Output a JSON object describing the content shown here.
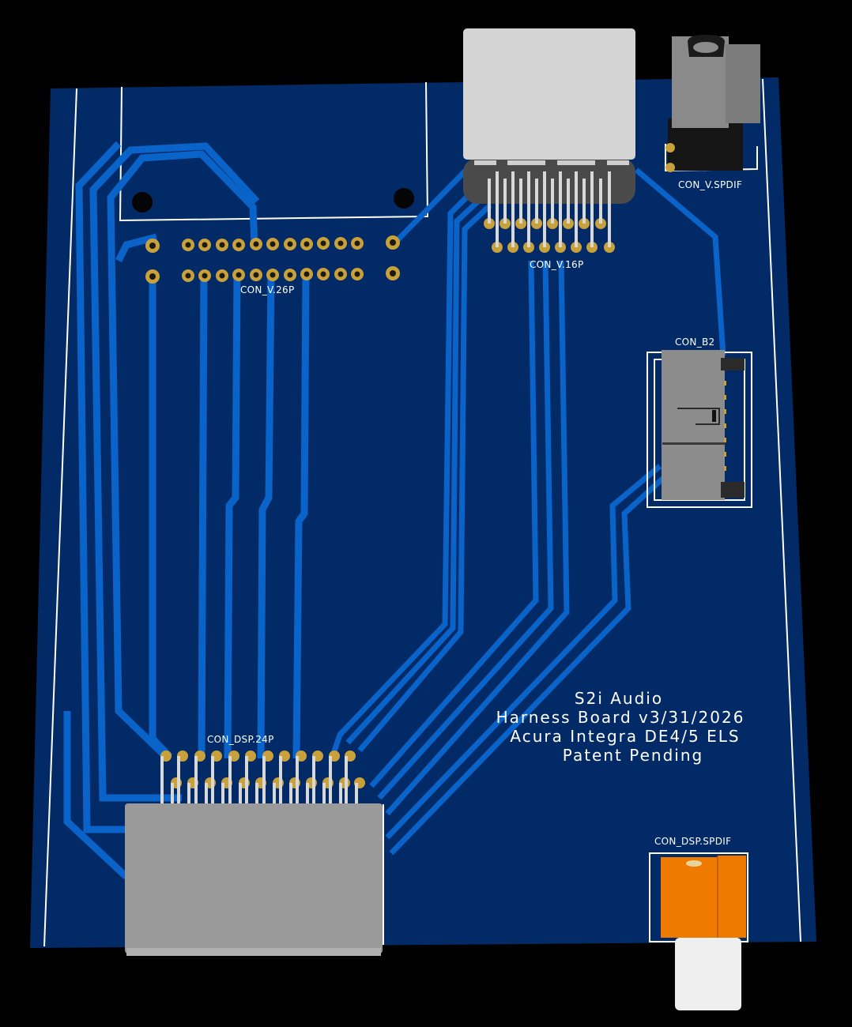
{
  "board": {
    "background_color": "#000000",
    "board_color": "#022a66",
    "trace_color": "#0a63c8",
    "pad_color": "#c9a13a",
    "silkscreen_color": "#ffffff"
  },
  "silkscreen": {
    "line1": "S2i Audio",
    "line2": "Harness Board v3/31/2026",
    "line3": "Acura Integra DE4/5 ELS",
    "line4": "Patent Pending"
  },
  "components": {
    "con_v_26p": {
      "ref": "CON_V.26P",
      "pins": 26
    },
    "con_v_16p": {
      "ref": "CON_V.16P",
      "pins": 16,
      "body_color": "#d4d4d4"
    },
    "con_v_spdif": {
      "ref": "CON_V.SPDIF",
      "body_color": "#8a8a8a"
    },
    "con_b2": {
      "ref": "CON_B2",
      "body_color": "#8c8c8c"
    },
    "con_dsp_24p": {
      "ref": "CON_DSP.24P",
      "pins": 24,
      "body_color": "#9a9a9a"
    },
    "con_dsp_spdif": {
      "ref": "CON_DSP.SPDIF",
      "body_color": "#f07a00",
      "barrel_color": "#f2f2f2"
    }
  }
}
